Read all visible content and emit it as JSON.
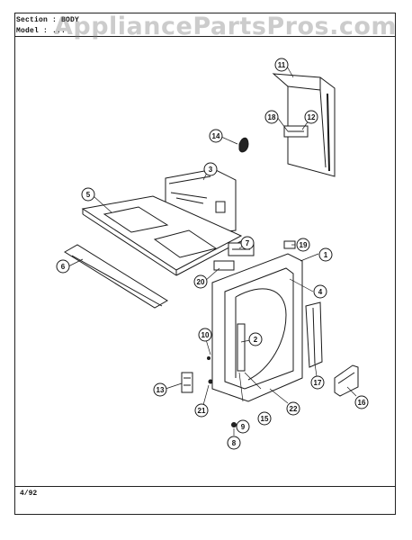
{
  "header": {
    "section": "Section : BODY",
    "model": "Model : ..."
  },
  "watermark": "AppliancePartsPros.com",
  "footer": {
    "date": "4/92"
  },
  "callouts": {
    "c1": "1",
    "c2": "2",
    "c3": "3",
    "c4": "4",
    "c5": "5",
    "c6": "6",
    "c7": "7",
    "c8": "8",
    "c9": "9",
    "c10": "10",
    "c11": "11",
    "c12": "12",
    "c13": "13",
    "c14": "14",
    "c15": "15",
    "c16": "16",
    "c17": "17",
    "c18": "18",
    "c19": "19",
    "c20": "20",
    "c21": "21",
    "c22": "22"
  },
  "colors": {
    "ink": "#1a1a1a",
    "watermark": "#8a8a8a"
  }
}
